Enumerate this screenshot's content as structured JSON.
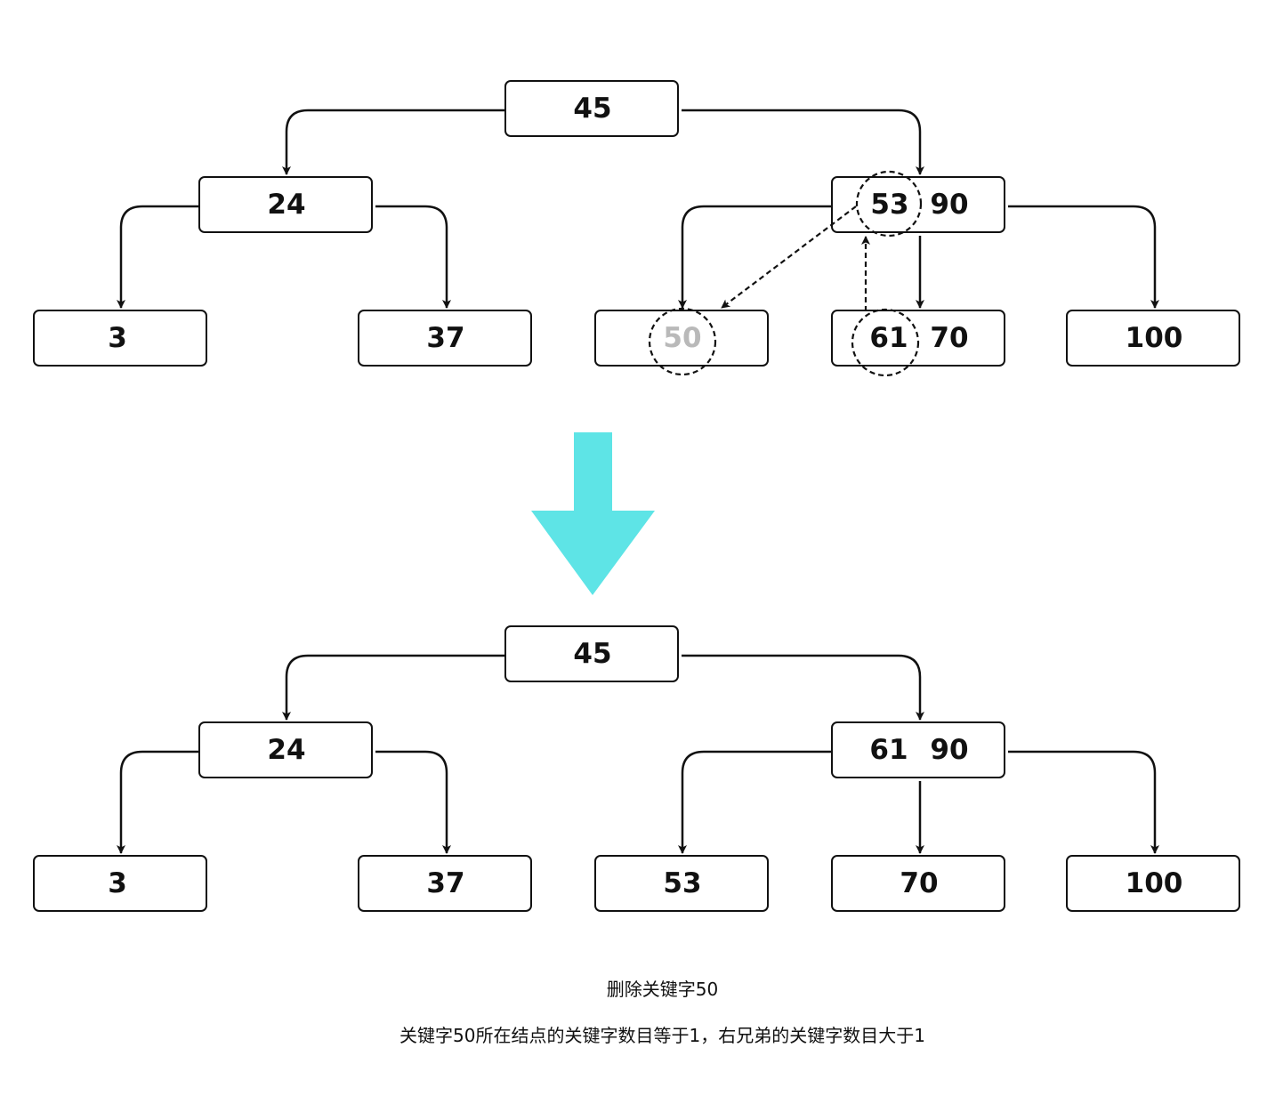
{
  "before_tree": {
    "root": {
      "keys": [
        "45"
      ]
    },
    "level1_left": {
      "keys": [
        "24"
      ]
    },
    "level1_right": {
      "keys": [
        "53",
        "90"
      ]
    },
    "leaf_a": {
      "keys": [
        "3"
      ]
    },
    "leaf_b": {
      "keys": [
        "37"
      ]
    },
    "leaf_c": {
      "keys": [
        "50"
      ]
    },
    "leaf_d": {
      "keys": [
        "61",
        "70"
      ]
    },
    "leaf_e": {
      "keys": [
        "100"
      ]
    }
  },
  "transition_arrow": {
    "color": "#5ee4e6"
  },
  "after_tree": {
    "root": {
      "keys": [
        "45"
      ]
    },
    "level1_left": {
      "keys": [
        "24"
      ]
    },
    "level1_right": {
      "keys": [
        "61",
        "90"
      ]
    },
    "leaf_a": {
      "keys": [
        "3"
      ]
    },
    "leaf_b": {
      "keys": [
        "37"
      ]
    },
    "leaf_c": {
      "keys": [
        "53"
      ]
    },
    "leaf_d": {
      "keys": [
        "70"
      ]
    },
    "leaf_e": {
      "keys": [
        "100"
      ]
    }
  },
  "caption": {
    "title": "删除关键字50",
    "description": "关键字50所在结点的关键字数目等于1，右兄弟的关键字数目大于1"
  }
}
